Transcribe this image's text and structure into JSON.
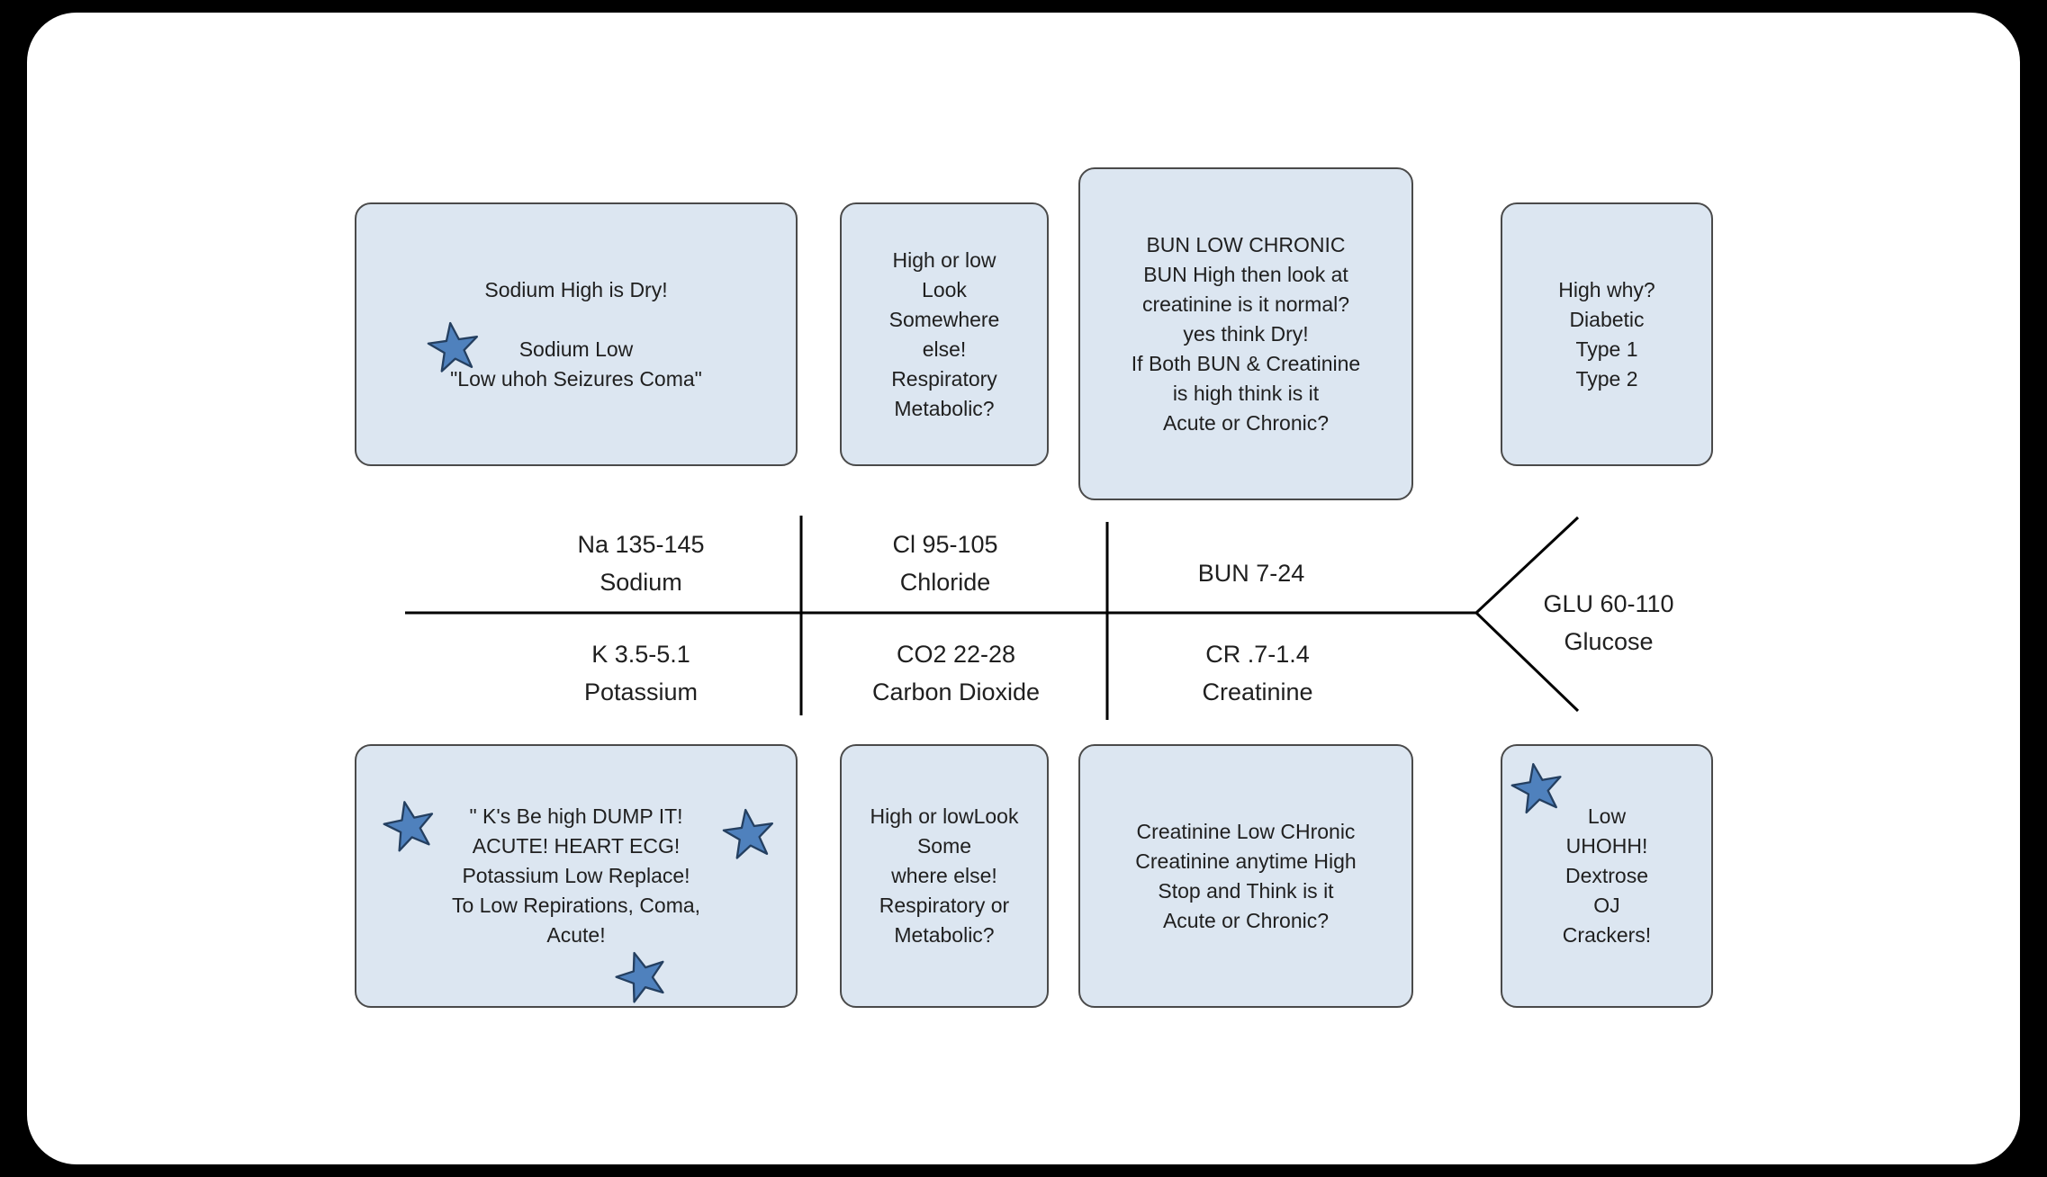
{
  "style": {
    "background": "#000000",
    "surface": "#ffffff",
    "box_fill": "#dce6f1",
    "box_border": "#4a4a4a",
    "star_fill": "#4f81bd",
    "star_border": "#243f60",
    "line_color": "#000000"
  },
  "boxes": {
    "sodium_note": {
      "text": "Sodium High is Dry!\n\nSodium Low\n\"Low uhoh Seizures Coma\""
    },
    "chloride_note": {
      "text": "High or low\nLook\nSomewhere\nelse!\nRespiratory\nMetabolic?"
    },
    "bun_note": {
      "text": "BUN LOW CHRONIC\nBUN High then look at\ncreatinine is it normal?\nyes think Dry!\nIf Both BUN & Creatinine\nis high think is it\nAcute or Chronic?"
    },
    "glucose_high_note": {
      "text": "High why?\nDiabetic\nType 1\nType 2"
    },
    "potassium_note": {
      "text": "\" K's Be high DUMP IT!\nACUTE! HEART ECG!\nPotassium Low Replace!\nTo Low Repirations, Coma,\nAcute!"
    },
    "co2_note": {
      "text": "High or lowLook\nSome\nwhere else!\nRespiratory or\nMetabolic?"
    },
    "creatinine_note": {
      "text": "Creatinine Low CHronic\nCreatinine anytime High\nStop and Think is it\nAcute or Chronic?"
    },
    "glucose_low_note": {
      "text": "Low\nUHOHH!\nDextrose\nOJ\nCrackers!"
    }
  },
  "fishbone": {
    "sodium": "Na 135-145\nSodium",
    "potassium": "K 3.5-5.1\nPotassium",
    "chloride": "Cl 95-105\nChloride",
    "carbon_dioxide": "CO2 22-28\nCarbon Dioxide",
    "bun": "BUN 7-24",
    "creatinine": "CR .7-1.4\nCreatinine",
    "glucose": "GLU 60-110\nGlucose"
  }
}
